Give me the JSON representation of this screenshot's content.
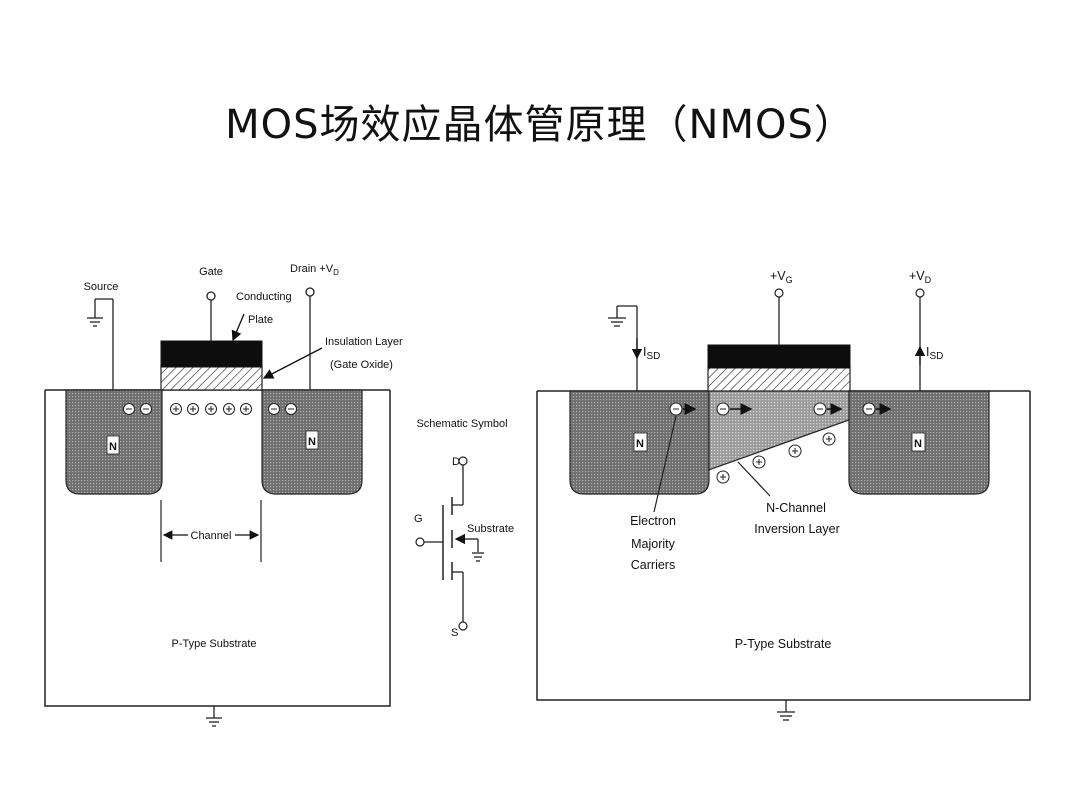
{
  "title": "MOS场效应晶体管原理（NMOS）",
  "left_diagram": {
    "source_label": "Source",
    "gate_label": "Gate",
    "drain_label": "Drain +V",
    "drain_sub": "D",
    "conducting_plate_label_1": "Conducting",
    "conducting_plate_label_2": "Plate",
    "insulation_label_1": "Insulation Layer",
    "insulation_label_2": "(Gate Oxide)",
    "n_left": "N",
    "n_right": "N",
    "channel_label": "Channel",
    "substrate_label": "P-Type Substrate"
  },
  "schematic": {
    "title": "Schematic Symbol",
    "d_label": "D",
    "g_label": "G",
    "s_label": "S",
    "substrate_label": "Substrate"
  },
  "right_diagram": {
    "vg_label": "+V",
    "vg_sub": "G",
    "vd_label": "+V",
    "vd_sub": "D",
    "isd_left": "I",
    "isd_left_sub": "SD",
    "isd_right": "I",
    "isd_right_sub": "SD",
    "n_left": "N",
    "n_right": "N",
    "electron_label_1": "Electron",
    "electron_label_2": "Majority",
    "electron_label_3": "Carriers",
    "nchannel_label_1": "N-Channel",
    "nchannel_label_2": "Inversion Layer",
    "substrate_label": "P-Type Substrate"
  }
}
